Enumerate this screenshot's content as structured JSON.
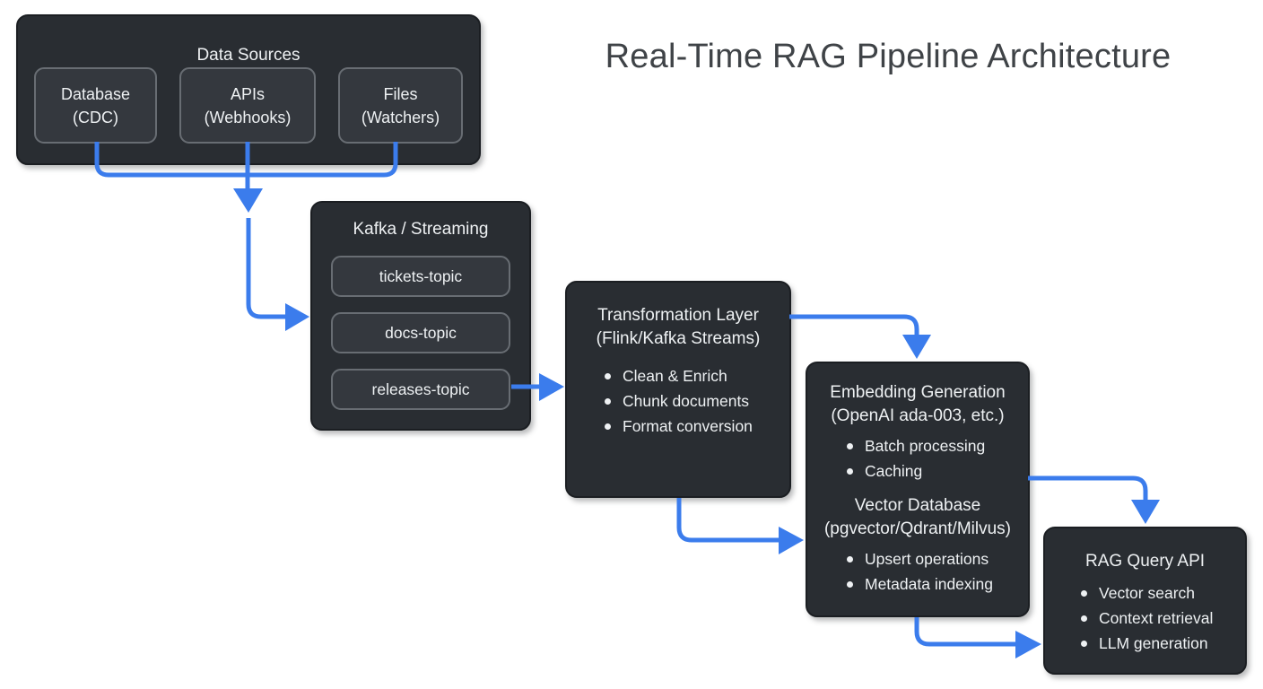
{
  "title": "Real-Time RAG Pipeline Architecture",
  "colors": {
    "arrow": "#3b7cec",
    "box_bg": "#292d32",
    "box_border": "#1b1e22",
    "subbox_bg": "#34383e",
    "subbox_border": "#686d73",
    "text": "#eef1f3",
    "title_text": "#3f4347",
    "page_bg": "#ffffff"
  },
  "data_sources": {
    "title": "Data Sources",
    "items": [
      {
        "line1": "Database",
        "line2": "(CDC)"
      },
      {
        "line1": "APIs",
        "line2": "(Webhooks)"
      },
      {
        "line1": "Files",
        "line2": "(Watchers)"
      }
    ]
  },
  "kafka": {
    "title": "Kafka / Streaming",
    "topics": [
      "tickets-topic",
      "docs-topic",
      "releases-topic"
    ]
  },
  "transformation": {
    "title_line1": "Transformation Layer",
    "title_line2": "(Flink/Kafka Streams)",
    "bullets": [
      "Clean & Enrich",
      "Chunk documents",
      "Format conversion"
    ]
  },
  "embedding": {
    "title_line1": "Embedding Generation",
    "title_line2": "(OpenAI ada-003, etc.)",
    "bullets": [
      "Batch processing",
      "Caching"
    ],
    "vector_title_line1": "Vector Database",
    "vector_title_line2": "(pgvector/Qdrant/Milvus)",
    "vector_bullets": [
      "Upsert operations",
      "Metadata indexing"
    ]
  },
  "rag_api": {
    "title": "RAG Query API",
    "bullets": [
      "Vector search",
      "Context retrieval",
      "LLM generation"
    ]
  }
}
